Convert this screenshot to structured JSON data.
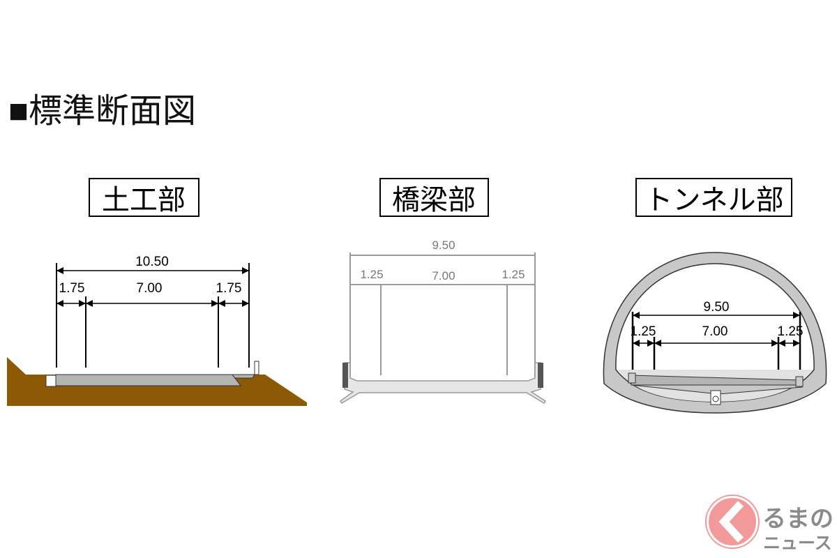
{
  "title": "■標準断面図",
  "sections": [
    {
      "label": "土工部",
      "total": "10.50",
      "left": "1.75",
      "center": "7.00",
      "right": "1.75"
    },
    {
      "label": "橋梁部",
      "total": "9.50",
      "left": "1.25",
      "center": "7.00",
      "right": "1.25"
    },
    {
      "label": "トンネル部",
      "total": "9.50",
      "left": "1.25",
      "center": "7.00",
      "right": "1.25"
    }
  ],
  "logo": {
    "line1": "るまの",
    "line2": "ニュース"
  },
  "colors": {
    "soil": "#8c5a05",
    "pavement": "#b4b4b4",
    "tunnel_lining": "#c8c8c8",
    "logo": "#f08c8c",
    "logo_text": "#8a8a8a"
  }
}
